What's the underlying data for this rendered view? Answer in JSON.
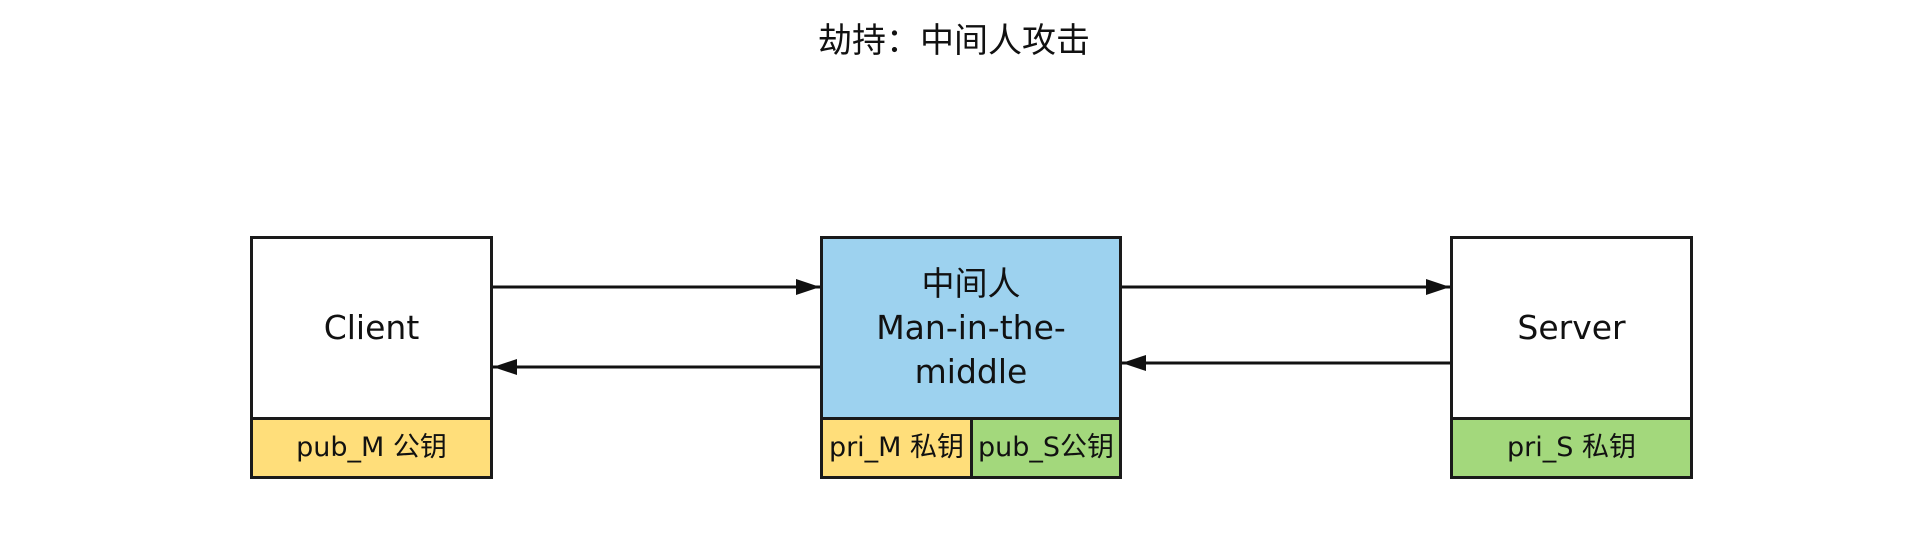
{
  "title": "劫持：中间人攻击",
  "client": {
    "label": "Client",
    "key": "pub_M 公钥"
  },
  "mitm": {
    "label_zh": "中间人",
    "label_en": "Man-in-the-middle",
    "key_left": "pri_M 私钥",
    "key_right": "pub_S公钥"
  },
  "server": {
    "label": "Server",
    "key": "pri_S 私钥"
  },
  "colors": {
    "yellow": "#ffde7a",
    "green": "#a3d87c",
    "blue": "#9dd2ef",
    "stroke": "#1a1a1a"
  }
}
